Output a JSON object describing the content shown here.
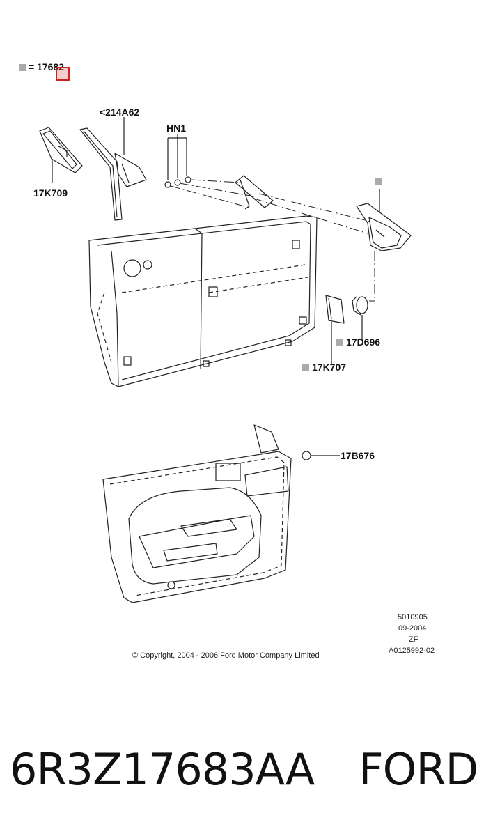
{
  "legend": {
    "text": "= 17682"
  },
  "callouts": {
    "c214a62": "<214A62",
    "hn1": "HN1",
    "c17k709": "17K709",
    "c17d696": "17D696",
    "c17k707": "17K707",
    "c17b676": "17B676"
  },
  "meta": {
    "line1": "5010905",
    "line2": "09-2004",
    "line3": "ZF",
    "line4": "A0125992-02"
  },
  "copyright": "© Copyright, 2004 - 2006 Ford Motor Company Limited",
  "footer": {
    "part_number": "6R3Z17683AA",
    "brand": "FORD"
  },
  "colors": {
    "highlight_border": "#d02020",
    "marker": "#aaaaaa"
  }
}
